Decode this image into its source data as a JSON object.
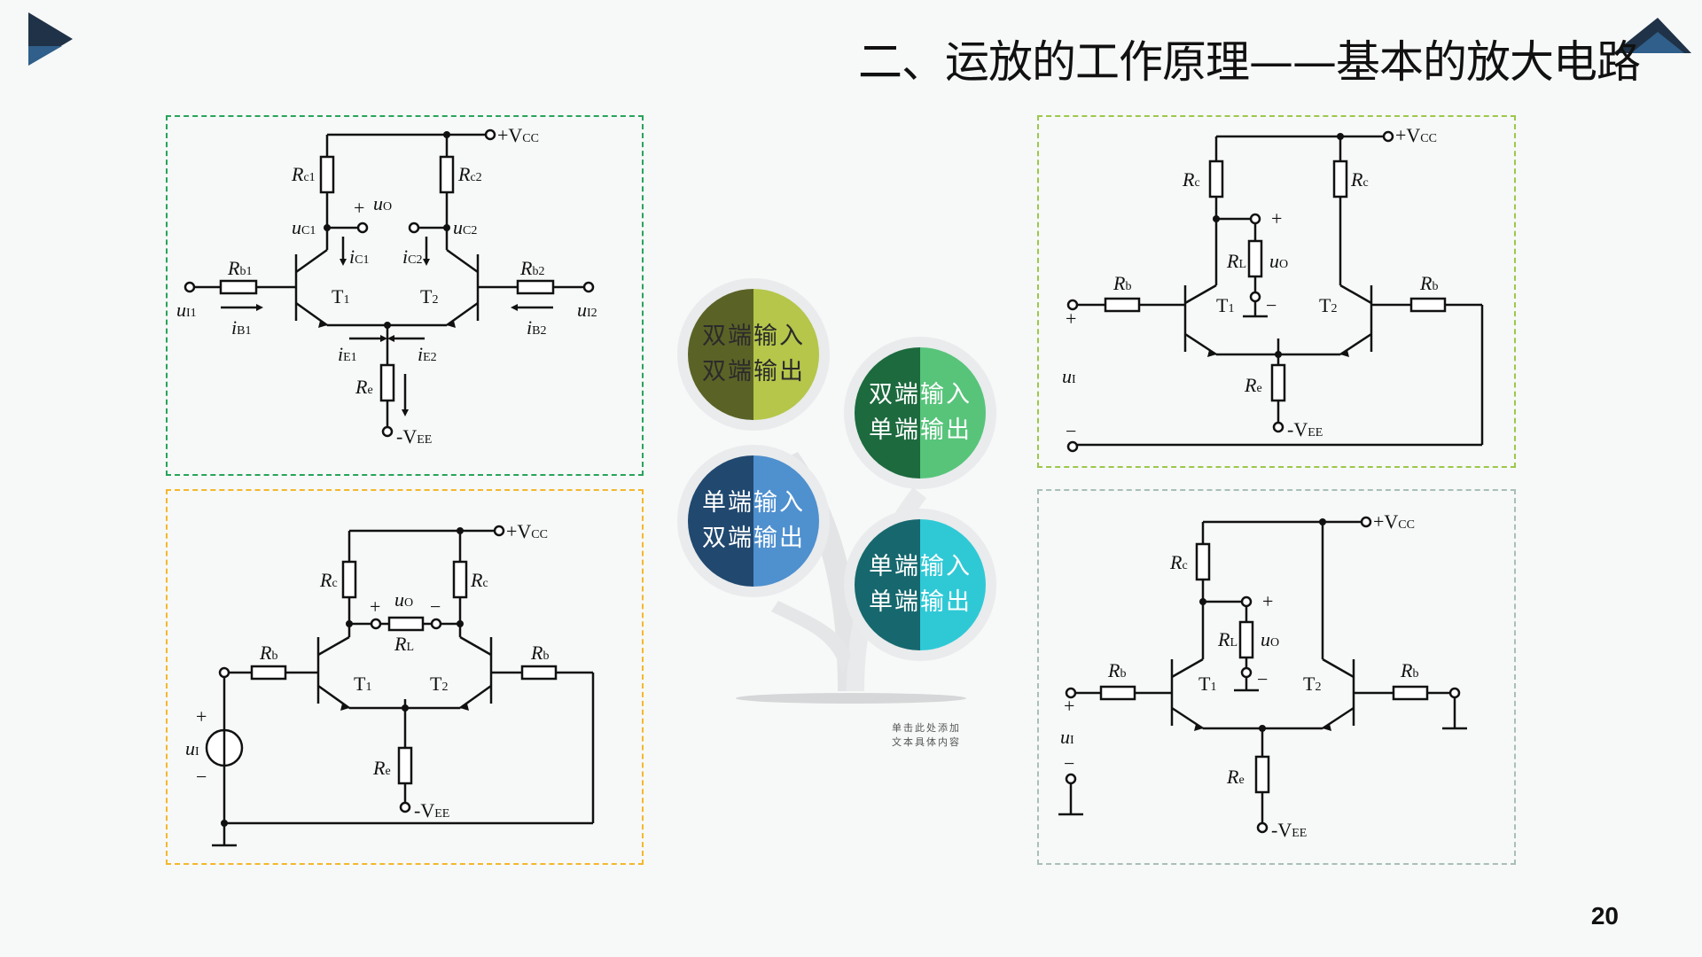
{
  "slide": {
    "title": "二、运放的工作原理——基本的放大电路",
    "page_number": "20",
    "caption_line1": "单击此处添加",
    "caption_line2": "文本具体内容"
  },
  "colors": {
    "nav_dark": "#1f3247",
    "nav_blue": "#2f5f8a",
    "border_green": "#27a45a",
    "border_yellow": "#f3b82b",
    "border_lightgreen": "#9cc84a",
    "border_gray": "#a8bfb8",
    "bubble1": [
      "#5b6226",
      "#b5c64a"
    ],
    "bubble2": [
      "#1c6a3e",
      "#57c47a"
    ],
    "bubble3": [
      "#21486f",
      "#4f90cf"
    ],
    "bubble4": [
      "#16686e",
      "#2fc9d6"
    ]
  },
  "bubbles": [
    {
      "line1": "双端输入",
      "line2": "双端输出"
    },
    {
      "line1": "双端输入",
      "line2": "单端输出"
    },
    {
      "line1": "单端输入",
      "line2": "双端输出"
    },
    {
      "line1": "单端输入",
      "line2": "单端输出"
    }
  ],
  "circuit_labels": {
    "vcc": "+V",
    "vcc_sub": "CC",
    "vee": "-V",
    "vee_sub": "EE",
    "rc1": "R",
    "rc1_sub": "c1",
    "rc2": "R",
    "rc2_sub": "c2",
    "rc": "R",
    "rc_sub": "c",
    "rb": "R",
    "rb_sub": "b",
    "rb1": "R",
    "rb1_sub": "b1",
    "rb2": "R",
    "rb2_sub": "b2",
    "re": "R",
    "re_sub": "e",
    "rl": "R",
    "rl_sub": "L",
    "uo": "u",
    "uo_sub": "O",
    "uc1": "u",
    "uc1_sub": "C1",
    "uc2": "u",
    "uc2_sub": "C2",
    "ui": "u",
    "ui_sub": "I",
    "ui1": "u",
    "ui1_sub": "I1",
    "ui2": "u",
    "ui2_sub": "I2",
    "ic1": "i",
    "ic1_sub": "C1",
    "ic2": "i",
    "ic2_sub": "C2",
    "ib1": "i",
    "ib1_sub": "B1",
    "ib2": "i",
    "ib2_sub": "B2",
    "ie1": "i",
    "ie1_sub": "E1",
    "ie2": "i",
    "ie2_sub": "E2",
    "t1": "T",
    "t1_sub": "1",
    "t2": "T",
    "t2_sub": "2",
    "plus": "+",
    "minus": "−"
  }
}
